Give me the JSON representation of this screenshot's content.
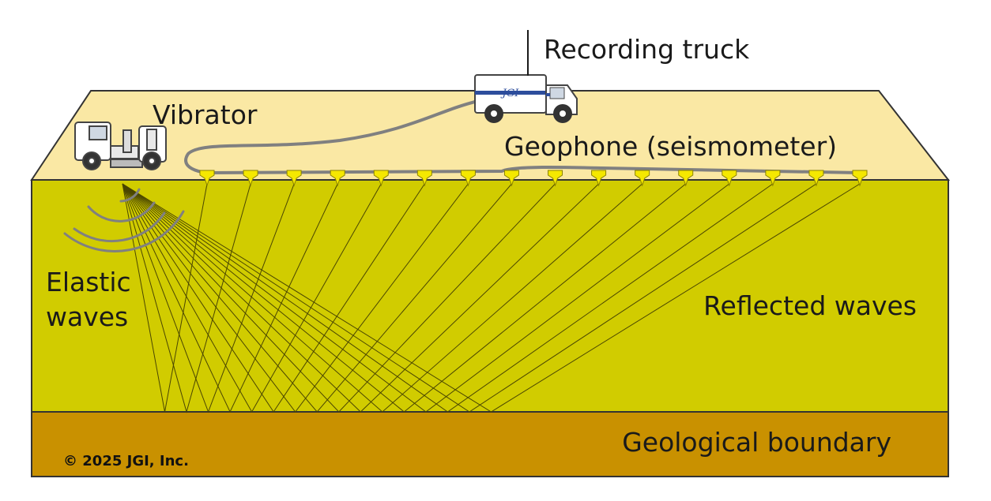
{
  "labels": {
    "recording_truck": "Recording truck",
    "vibrator": "Vibrator",
    "geophone": "Geophone (seismometer)",
    "elastic_line1": "Elastic",
    "elastic_line2": "waves",
    "reflected": "Reflected waves",
    "boundary": "Geological boundary",
    "copyright": "© 2025 JGI, Inc.",
    "truck_logo": "JGI"
  },
  "colors": {
    "surface": "#fae8a4",
    "ground": "#d1cc00",
    "boundary": "#c99100",
    "ray": "#4a4600",
    "cable": "#808080",
    "geophone": "#f5e800"
  },
  "geophone_count": 16
}
